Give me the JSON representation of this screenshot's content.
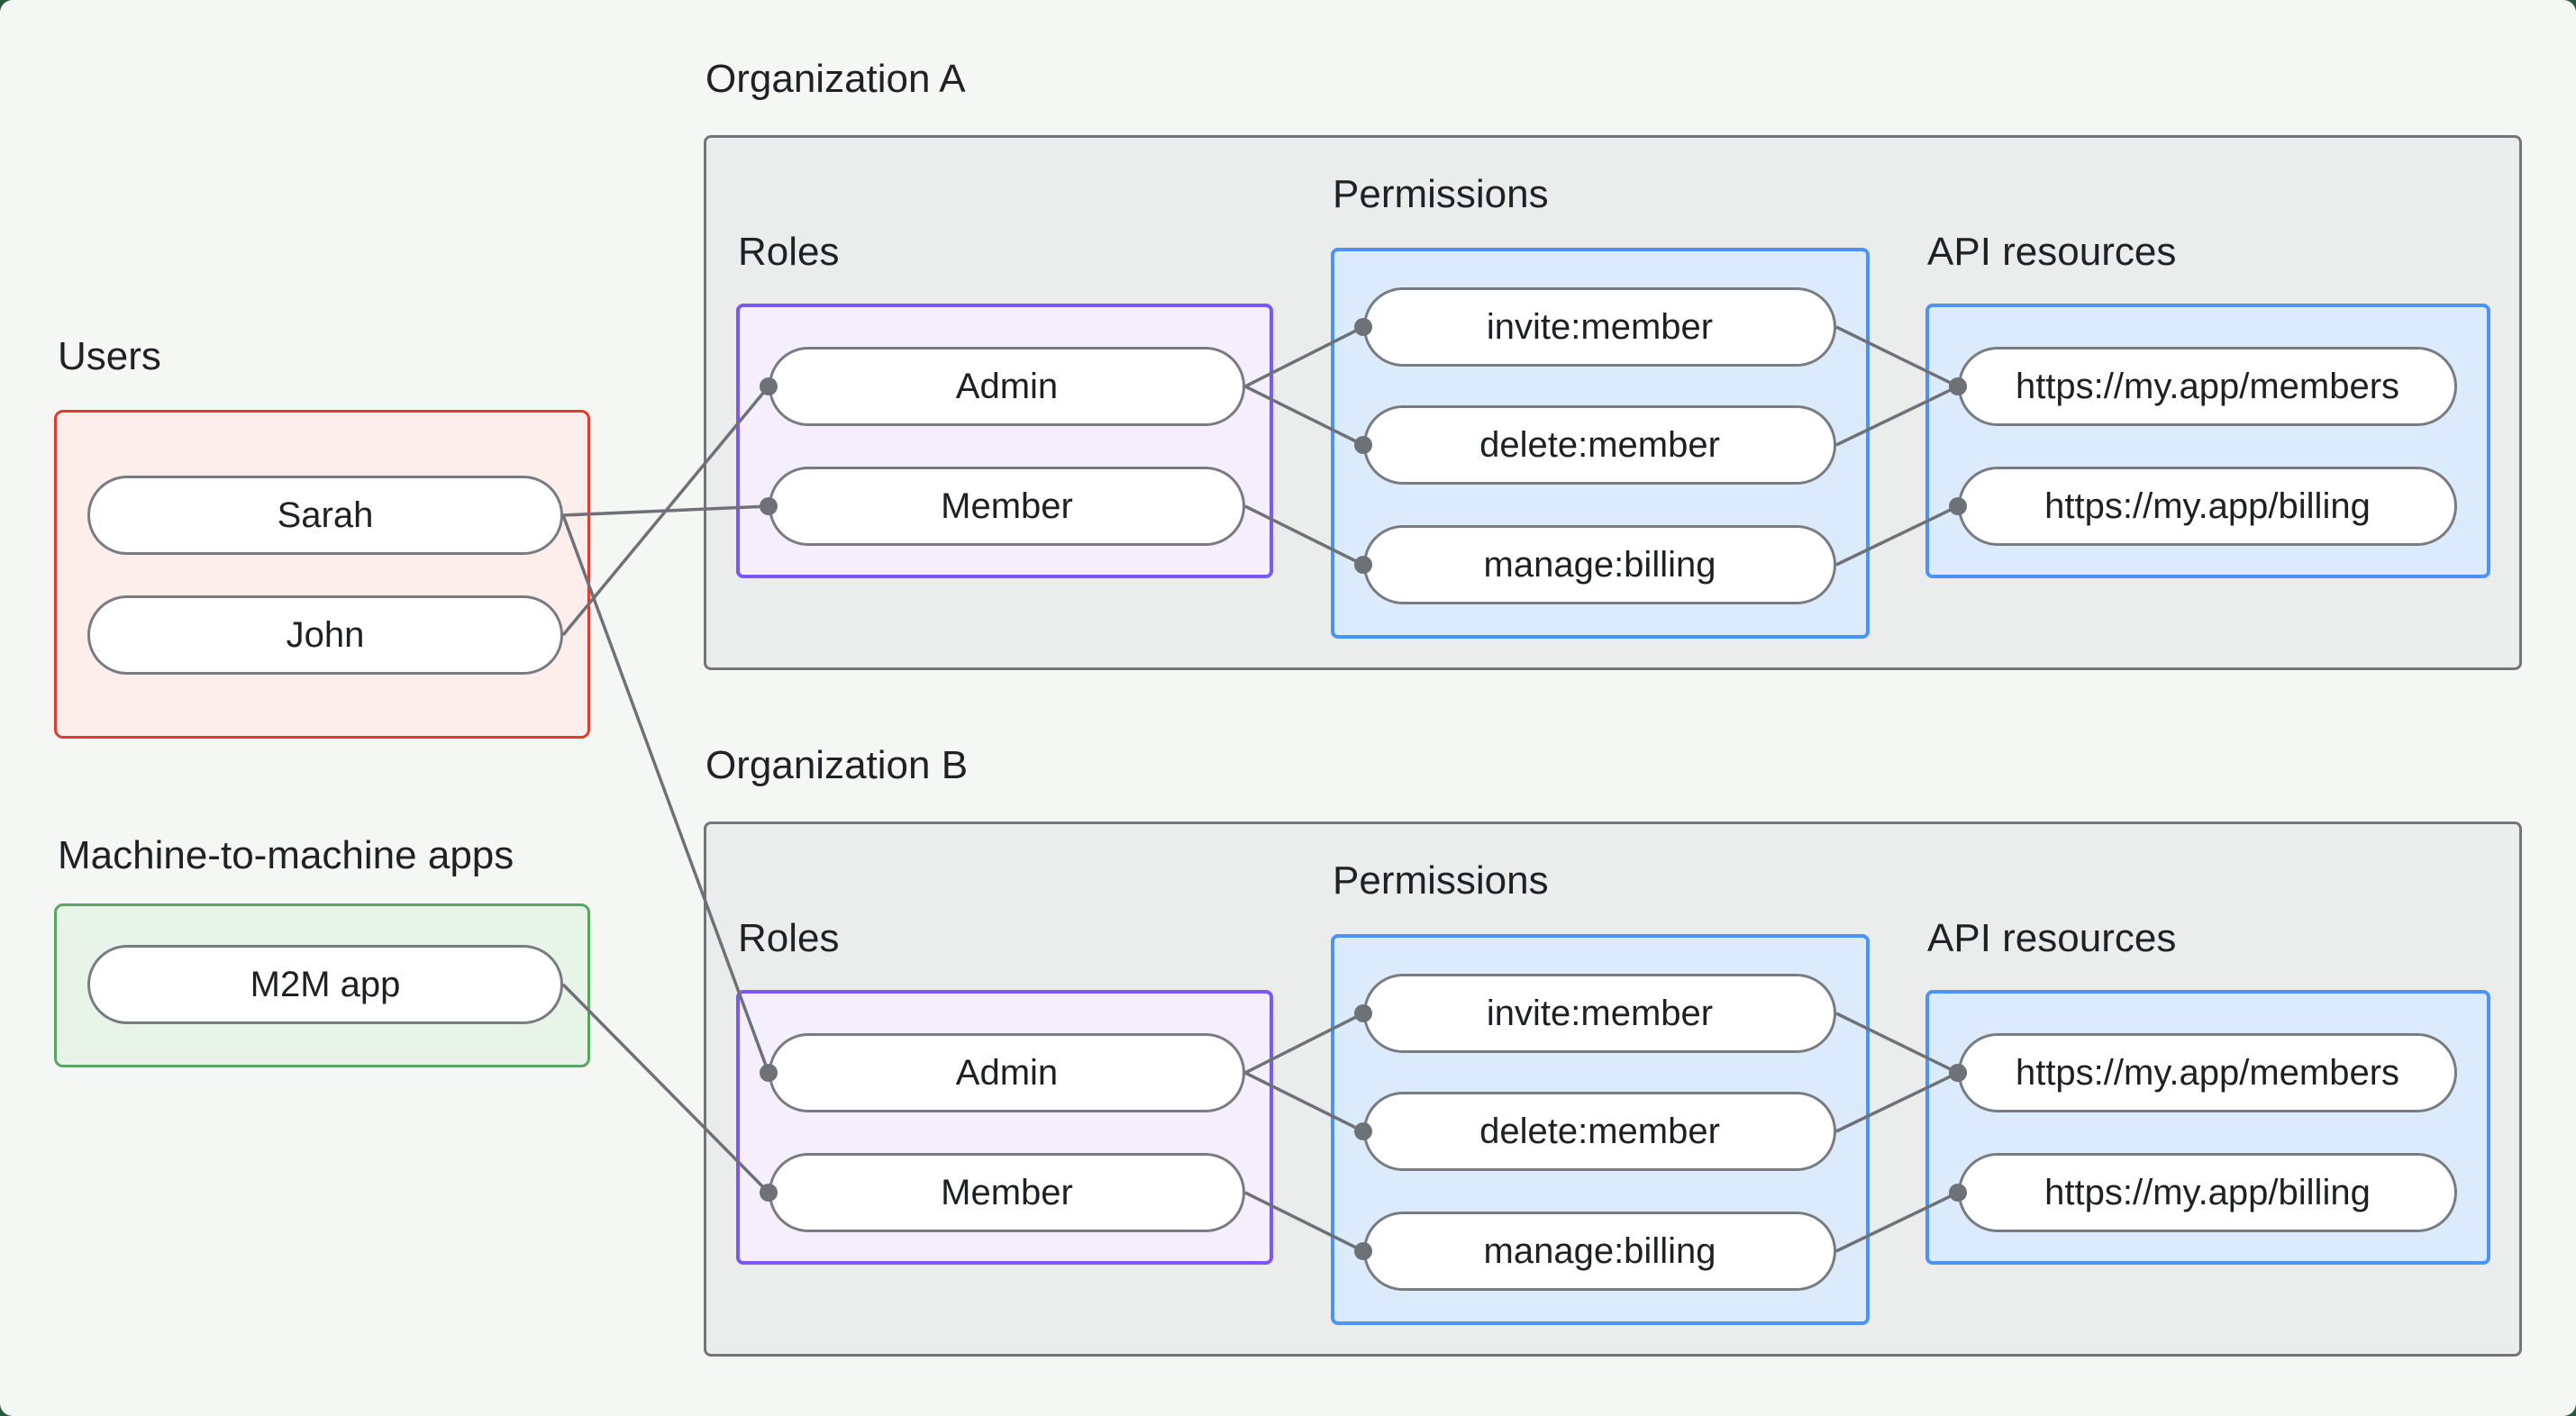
{
  "page": {
    "background": "#f5f7f5",
    "outer_background": "#2b5a40"
  },
  "colors": {
    "users_border": "#e13a2e",
    "users_fill": "#fdeeec",
    "m2m_border": "#56a95c",
    "m2m_fill": "#e9f4e9",
    "roles_border": "#7a57f6",
    "roles_fill": "#f4eefd",
    "permissions_border": "#4b93f7",
    "permissions_fill": "#dcebfc",
    "api_resources_border": "#4b93f7",
    "api_resources_fill": "#dcebfc",
    "org_border": "#72767a",
    "org_fill": "#ebedec",
    "node_border": "#787c80",
    "node_fill": "#ffffff",
    "edge": "#6e7276",
    "text": "#1e2124"
  },
  "groups": {
    "users": {
      "label": "Users"
    },
    "m2m": {
      "label": "Machine-to-machine apps"
    },
    "org_a": {
      "label": "Organization A",
      "roles_label": "Roles",
      "permissions_label": "Permissions",
      "api_label": "API resources"
    },
    "org_b": {
      "label": "Organization B",
      "roles_label": "Roles",
      "permissions_label": "Permissions",
      "api_label": "API resources"
    }
  },
  "nodes": {
    "sarah": {
      "label": "Sarah"
    },
    "john": {
      "label": "John"
    },
    "m2m-app": {
      "label": "M2M app"
    },
    "admin-a": {
      "label": "Admin"
    },
    "member-a": {
      "label": "Member"
    },
    "invite-a": {
      "label": "invite:member"
    },
    "delete-a": {
      "label": "delete:member"
    },
    "manage-a": {
      "label": "manage:billing"
    },
    "members-a": {
      "label": "https://my.app/members"
    },
    "billing-a": {
      "label": "https://my.app/billing"
    },
    "admin-b": {
      "label": "Admin"
    },
    "member-b": {
      "label": "Member"
    },
    "invite-b": {
      "label": "invite:member"
    },
    "delete-b": {
      "label": "delete:member"
    },
    "manage-b": {
      "label": "manage:billing"
    },
    "members-b": {
      "label": "https://my.app/members"
    },
    "billing-b": {
      "label": "https://my.app/billing"
    }
  },
  "edges": [
    {
      "from": "sarah",
      "to": "member-a"
    },
    {
      "from": "john",
      "to": "admin-a"
    },
    {
      "from": "sarah",
      "to": "admin-b"
    },
    {
      "from": "m2m-app",
      "to": "member-b"
    },
    {
      "from": "admin-a",
      "to": "invite-a"
    },
    {
      "from": "admin-a",
      "to": "delete-a"
    },
    {
      "from": "member-a",
      "to": "manage-a"
    },
    {
      "from": "invite-a",
      "to": "members-a"
    },
    {
      "from": "delete-a",
      "to": "members-a"
    },
    {
      "from": "manage-a",
      "to": "billing-a"
    },
    {
      "from": "admin-b",
      "to": "invite-b"
    },
    {
      "from": "admin-b",
      "to": "delete-b"
    },
    {
      "from": "member-b",
      "to": "manage-b"
    },
    {
      "from": "invite-b",
      "to": "members-b"
    },
    {
      "from": "delete-b",
      "to": "members-b"
    },
    {
      "from": "manage-b",
      "to": "billing-b"
    }
  ]
}
